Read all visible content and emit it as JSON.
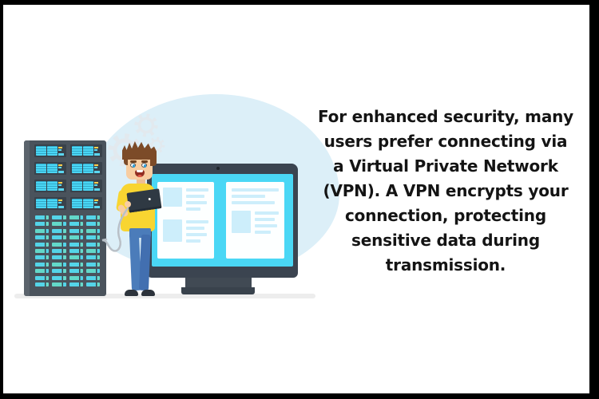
{
  "caption": {
    "text": "For enhanced security, many users prefer connecting via a Virtual Private Network (VPN). A VPN encrypts your connection, protecting sensitive data during transmission.",
    "lines": [
      "For enhanced security, many",
      "users prefer connecting via",
      "a Virtual Private Network",
      "(VPN). A VPN encrypts your",
      "connection, protecting",
      "sensitive data during",
      "transmission."
    ],
    "color": "#141414"
  },
  "illustration": {
    "description": "Man holding a laptop connected by a cable to a server rack, standing beside a large desktop monitor displaying two webpage panels, with gears and a light blue blob in the background",
    "palette": {
      "frame_black": "#000000",
      "blob_blue": "#dceff8",
      "ground_gray": "#ededed",
      "server_gray": "#4a535c",
      "monitor_gray": "#3b4450",
      "screen_cyan": "#4ad7f5",
      "shirt_yellow": "#f8d531",
      "jeans_blue": "#4b7cba",
      "skin": "#f8cda1",
      "hair_brown": "#7c4b28"
    }
  }
}
